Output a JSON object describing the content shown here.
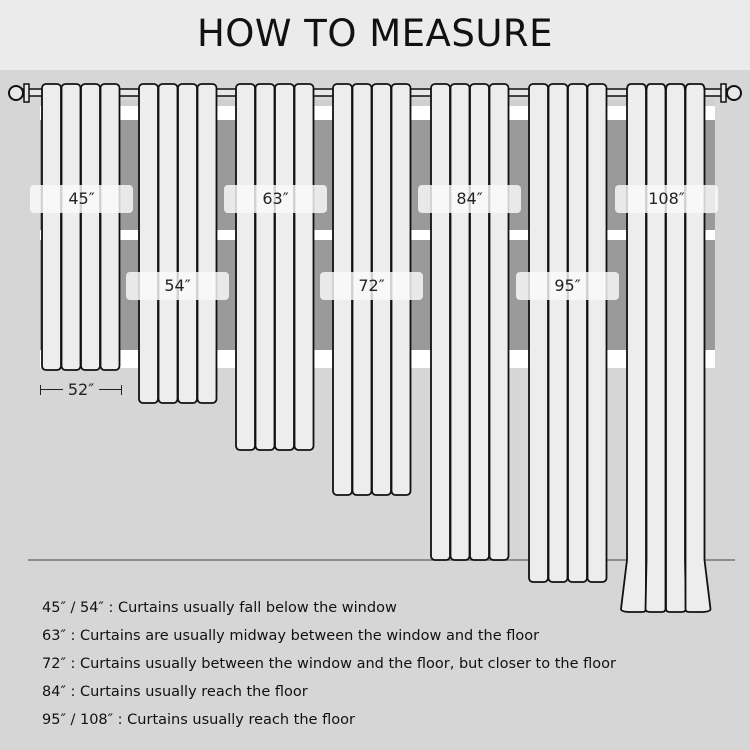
{
  "title": "HOW TO MEASURE",
  "panels": [
    {
      "length": "45″"
    },
    {
      "length": "54″"
    },
    {
      "length": "63″"
    },
    {
      "length": "72″"
    },
    {
      "length": "84″"
    },
    {
      "length": "95″"
    },
    {
      "length": "108″"
    }
  ],
  "width_label": "52″",
  "notes": [
    "45″ / 54″ : Curtains usually fall below the window",
    "63″ : Curtains are usually midway between the window and the floor",
    "72″ : Curtains usually between the window and the floor, but closer to the floor",
    "84″ : Curtains usually reach the floor",
    "95″ / 108″ : Curtains usually reach the floor"
  ],
  "colors": {
    "pane": "#9a9a9a",
    "curtain": "#ededed",
    "background": "#d6d6d6"
  }
}
